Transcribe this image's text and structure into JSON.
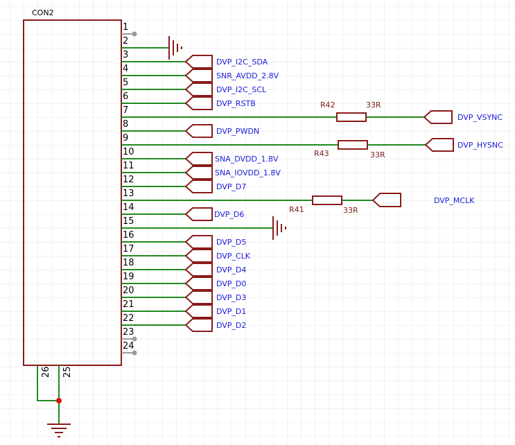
{
  "connector": {
    "ref": "CON2",
    "pins": [
      "1",
      "2",
      "3",
      "4",
      "5",
      "6",
      "7",
      "8",
      "9",
      "10",
      "11",
      "12",
      "13",
      "14",
      "15",
      "16",
      "17",
      "18",
      "19",
      "20",
      "21",
      "22",
      "23",
      "24"
    ],
    "bottom_pins": [
      "26",
      "25"
    ]
  },
  "nets": {
    "dvp_i2c_sda": "DVP_I2C_SDA",
    "snr_avdd": "SNR_AVDD_2.8V",
    "dvp_i2c_scl": "DVP_I2C_SCL",
    "dvp_rstb": "DVP_RSTB",
    "dvp_vsync": "DVP_VSYNC",
    "dvp_pwdn": "DVP_PWDN",
    "dvp_hysnc": "DVP_HYSNC",
    "sna_dvdd": "SNA_DVDD_1.8V",
    "sna_iovdd": "SNA_IOVDD_1.8V",
    "dvp_d7": "DVP_D7",
    "dvp_mclk": "DVP_MCLK",
    "dvp_d6": "DVP_D6",
    "dvp_d5": "DVP_D5",
    "dvp_clk": "DVP_CLK",
    "dvp_d4": "DVP_D4",
    "dvp_d0": "DVP_D0",
    "dvp_d3": "DVP_D3",
    "dvp_d1": "DVP_D1",
    "dvp_d2": "DVP_D2"
  },
  "resistors": {
    "r42": {
      "ref": "R42",
      "value": "33R"
    },
    "r43": {
      "ref": "R43",
      "value": "33R"
    },
    "r41": {
      "ref": "R41",
      "value": "33R"
    }
  },
  "colors": {
    "grid": "#e4e4e4",
    "wire": "#1f8a1f",
    "component": "#8b1a1a",
    "net_text": "#1a1adc",
    "junction": "#e01010",
    "nc_pin": "#9a9a9a"
  }
}
